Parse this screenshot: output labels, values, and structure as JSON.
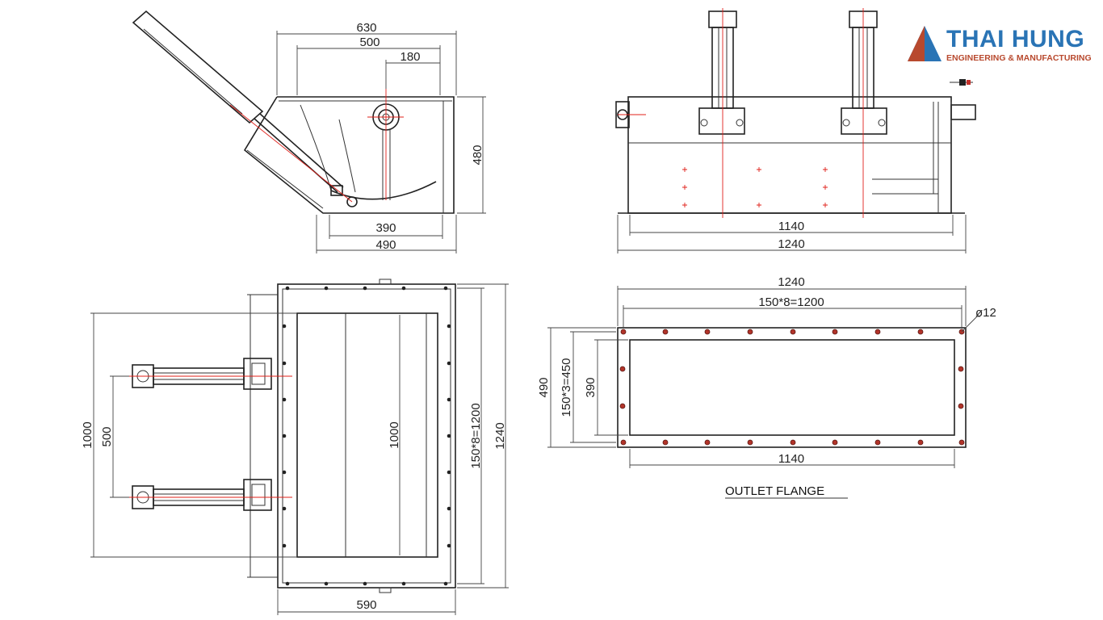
{
  "logo": {
    "name": "THAI HUNG",
    "tagline": "ENGINEERING & MANUFACTURING",
    "colors": {
      "brand_blue": "#2a74b5",
      "brand_red": "#b8492e"
    }
  },
  "side_view": {
    "dims": {
      "top_overall": "630",
      "top_inner": "500",
      "top_pivot": "180",
      "height": "480",
      "bottom_inner": "390",
      "bottom_overall": "490"
    }
  },
  "front_view": {
    "dims": {
      "inner": "1140",
      "overall": "1240"
    }
  },
  "plan_view": {
    "dims": {
      "cyl_outer": "1000",
      "cyl_spacing": "500",
      "opening": "1000",
      "bolt_pitch": "150*8=1200",
      "overall": "1240",
      "width": "590"
    }
  },
  "outlet_flange": {
    "title": "OUTLET FLANGE",
    "dims": {
      "overall_length": "1240",
      "bolt_pitch_long": "150*8=1200",
      "hole_dia": "ø12",
      "overall_width": "490",
      "bolt_pitch_short": "150*3=450",
      "opening_width": "390",
      "opening_length": "1140"
    },
    "colors": {
      "hole_fill": "#b2342a"
    }
  },
  "colors": {
    "line": "#222222",
    "center_line": "#e0201a"
  }
}
